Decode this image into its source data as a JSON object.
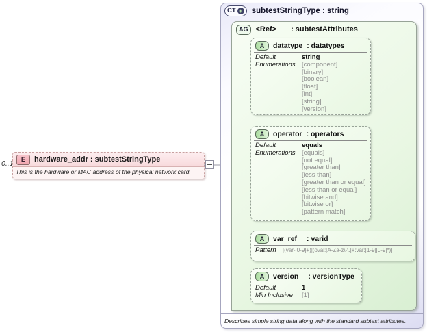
{
  "element": {
    "cardinality": "0..1",
    "badge": "E",
    "title": "hardware_addr : subtestStringType",
    "description": "This is the hardware or MAC address of the physical network card."
  },
  "panel": {
    "badge": "CT",
    "badge_plus": "+",
    "title": "subtestStringType : string",
    "footer": "Describes simple string data along with the standard subtest attributes.",
    "group": {
      "badge": "AG",
      "ref": "<Ref>",
      "type": ": subtestAttributes"
    },
    "attributes": [
      {
        "badge": "A",
        "name": "datatype",
        "type": ": datatypes",
        "default_label": "Default",
        "default_value": "string",
        "enum_label": "Enumerations",
        "enums": [
          "[component]",
          "[binary]",
          "[boolean]",
          "[float]",
          "[int]",
          "[string]",
          "[version]"
        ]
      },
      {
        "badge": "A",
        "name": "operator",
        "type": ": operators",
        "default_label": "Default",
        "default_value": "equals",
        "enum_label": "Enumerations",
        "enums": [
          "[equals]",
          "[not equal]",
          "[greater than]",
          "[less than]",
          "[greater than or equal]",
          "[less than or equal]",
          "[bitwise and]",
          "[bitwise or]",
          "[pattern match]"
        ]
      },
      {
        "badge": "A",
        "name": "var_ref",
        "type": ": varid",
        "pattern_label": "Pattern",
        "pattern_value": "[(var-[0-9]+)|(oval:[A-Za-z\\-\\.]+:var:[1-9][0-9]*)]"
      },
      {
        "badge": "A",
        "name": "version",
        "type": ": versionType",
        "default_label": "Default",
        "default_value": "1",
        "min_label": "Min Inclusive",
        "min_value": "[1]"
      }
    ]
  }
}
